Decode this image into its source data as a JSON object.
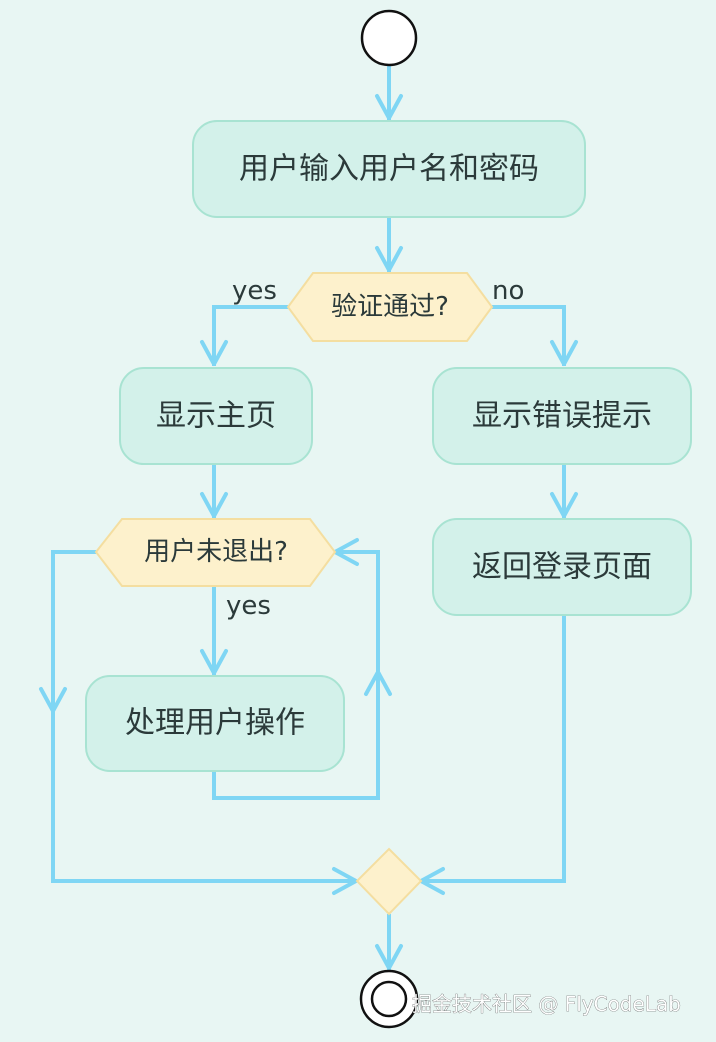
{
  "nodes": {
    "enter_credentials": "用户输入用户名和密码",
    "verify_passed": "验证通过?",
    "show_home": "显示主页",
    "show_error": "显示错误提示",
    "user_not_logged_out": "用户未退出?",
    "handle_operation": "处理用户操作",
    "return_login": "返回登录页面"
  },
  "edge_labels": {
    "verify_yes": "yes",
    "verify_no": "no",
    "loop_yes": "yes"
  },
  "watermark": "掘金技术社区 @ FlyCodeLab",
  "colors": {
    "background": "#e8f6f3",
    "action_fill": "#d3f1ea",
    "decision_fill": "#fdf1cc",
    "edge": "#7fd6f4"
  }
}
